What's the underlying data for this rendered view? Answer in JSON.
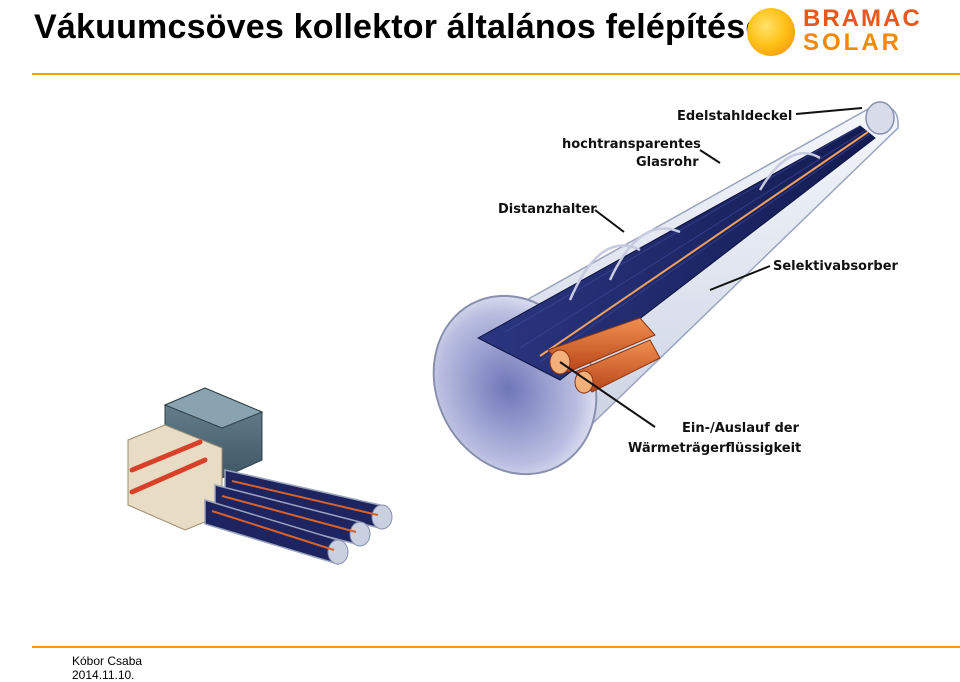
{
  "slide": {
    "title": "Vákuumcsöves kollektor általános felépítése"
  },
  "logo": {
    "line1": "BRAMAC",
    "line2": "SOLAR",
    "colors": {
      "sun": "#ffc21a",
      "text_top": "#e8581b",
      "text_bottom": "#f28a00"
    }
  },
  "diagram": {
    "labels": {
      "edelstahldeckel": "Edelstahldeckel",
      "glasrohr_1": "hochtransparentes",
      "glasrohr_2": "Glasrohr",
      "distanzhalter": "Distanzhalter",
      "selektivabsorber": "Selektivabsorber",
      "einauslauf_1": "Ein-/Auslauf der",
      "einauslauf_2": "Wärmeträgerflüssigkeit"
    }
  },
  "footer": {
    "author": "Kóbor Csaba",
    "date": "2014.11.10."
  },
  "colors": {
    "accent_rule": "#f6a000",
    "absorber": "#1f2a6b",
    "copper": "#d8622a"
  }
}
